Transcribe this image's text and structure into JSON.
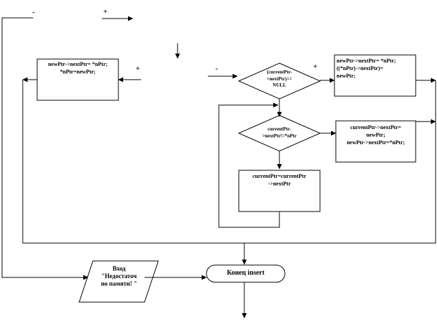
{
  "signs": {
    "top_minus": "-",
    "top_plus": "+",
    "box1_plus": "+",
    "d1_minus": "-",
    "d1_plus": "+"
  },
  "box1": {
    "line1": "newPtr->nextPtr= *nPtr;",
    "line2": "*nPtr=newPtr;"
  },
  "decision1": {
    "line1": "(currentPtr-",
    "line2": ">nextPtr)==",
    "line3": "NULL"
  },
  "box2": {
    "line1": "newPtr->nextPtr= *nPtr;",
    "line2": "((*nPtr)->nextPtr)=",
    "line3": "newPtr;"
  },
  "decision2": {
    "line1": "currentPtr-",
    "line2": ">nextPtr!=*nPtr"
  },
  "box3": {
    "line1": "currentPtr->nextPtr=",
    "line2": "newPtr;",
    "line3": "newPtr->nextPtr=*nPtr;"
  },
  "box4": {
    "line1": "currentPtr=currentPtr",
    "line2": "->nextPtr"
  },
  "io": {
    "line1": "Вход",
    "line2": "\"Недостаточ",
    "line3": "но памяти! \""
  },
  "terminal": {
    "label": "Конец insert"
  }
}
